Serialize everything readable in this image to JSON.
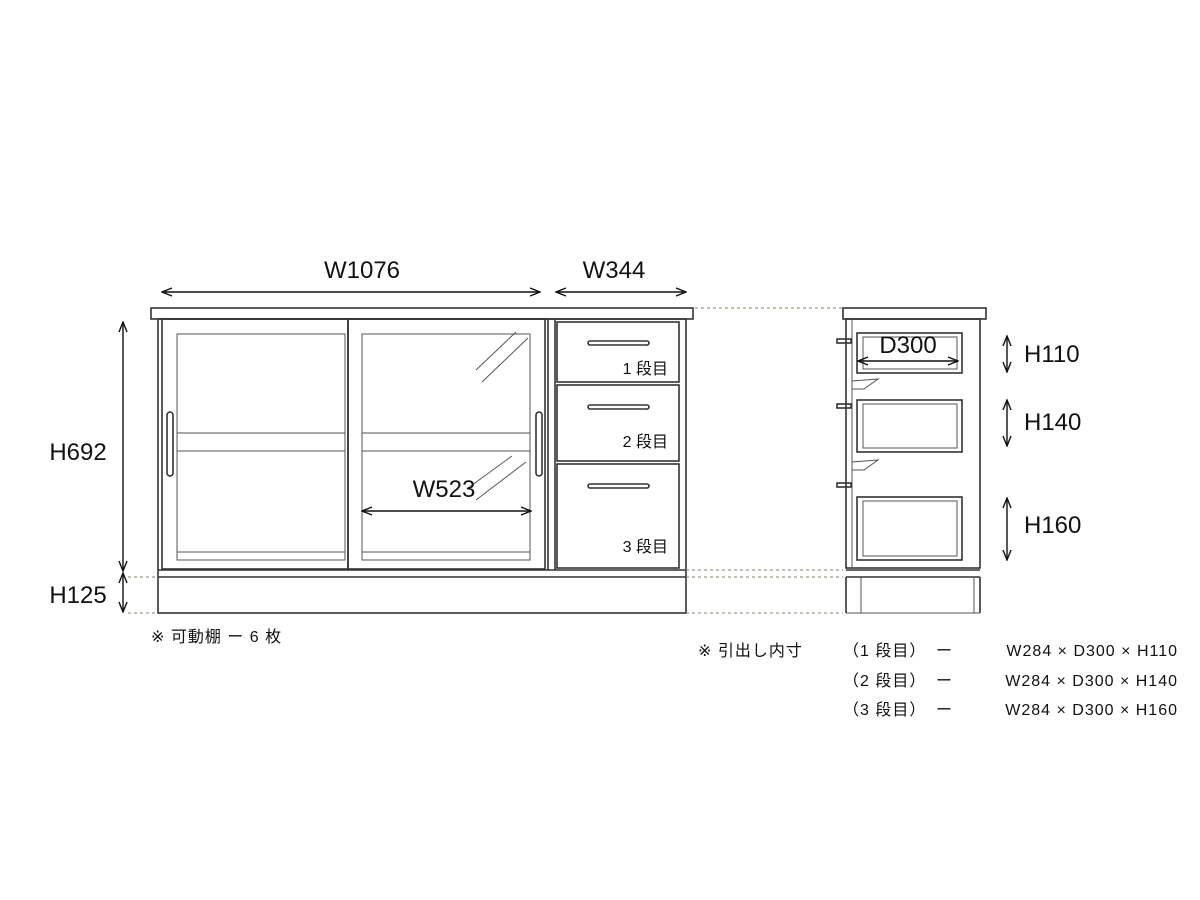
{
  "dimensions": {
    "total_width": "W1076",
    "drawer_width": "W344",
    "body_height": "H692",
    "base_height": "H125",
    "shelf_width": "W523",
    "drawer_depth": "D300",
    "drawer1_height": "H110",
    "drawer2_height": "H140",
    "drawer3_height": "H160"
  },
  "drawer_labels": [
    "1 段目",
    "2 段目",
    "3 段目"
  ],
  "notes": {
    "shelves": "※ 可動棚 ー 6 枚",
    "inner_title": "※ 引出し内寸",
    "inner_rows": [
      {
        "tier": "（1 段目）",
        "dash": "ー",
        "spec": "W284 × D300 × H110"
      },
      {
        "tier": "（2 段目）",
        "dash": "ー",
        "spec": "W284 × D300 × H140"
      },
      {
        "tier": "（3 段目）",
        "dash": "ー",
        "spec": "W284 × D300 × H160"
      }
    ]
  }
}
